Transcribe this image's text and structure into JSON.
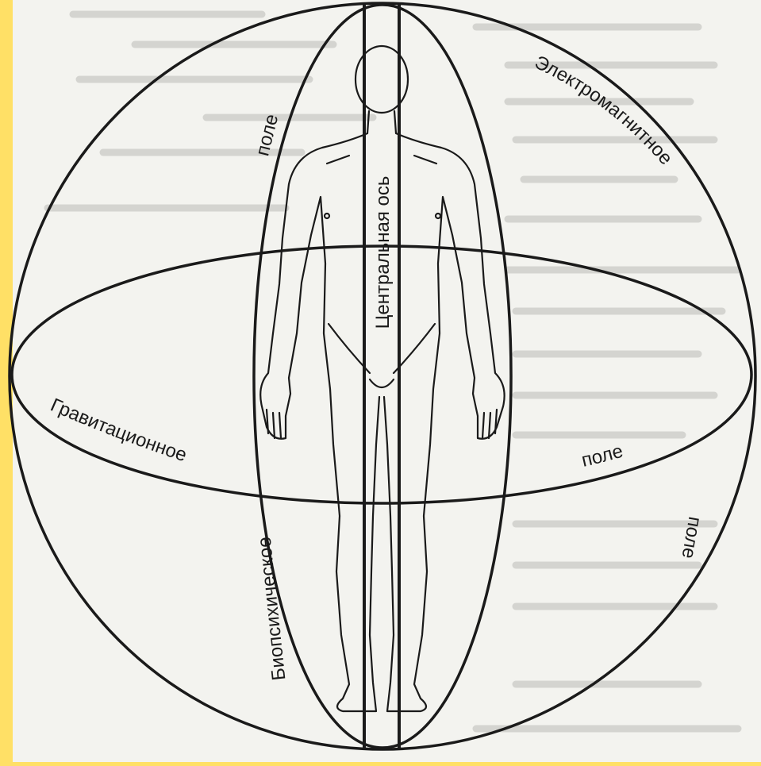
{
  "labels": {
    "central_axis": "Центральная ось",
    "electromagnetic": "Электромагнитное",
    "electromagnetic_field": "поле",
    "gravitational": "Гравитационное",
    "gravitational_field": "поле",
    "biopsychic": "Биопсихическое",
    "biopsychic_field": "поле"
  },
  "colors": {
    "page_border": "#ffe066",
    "paper": "#f3f3ef",
    "line": "#1a1a1a",
    "background_text": "#c9c9c5"
  }
}
